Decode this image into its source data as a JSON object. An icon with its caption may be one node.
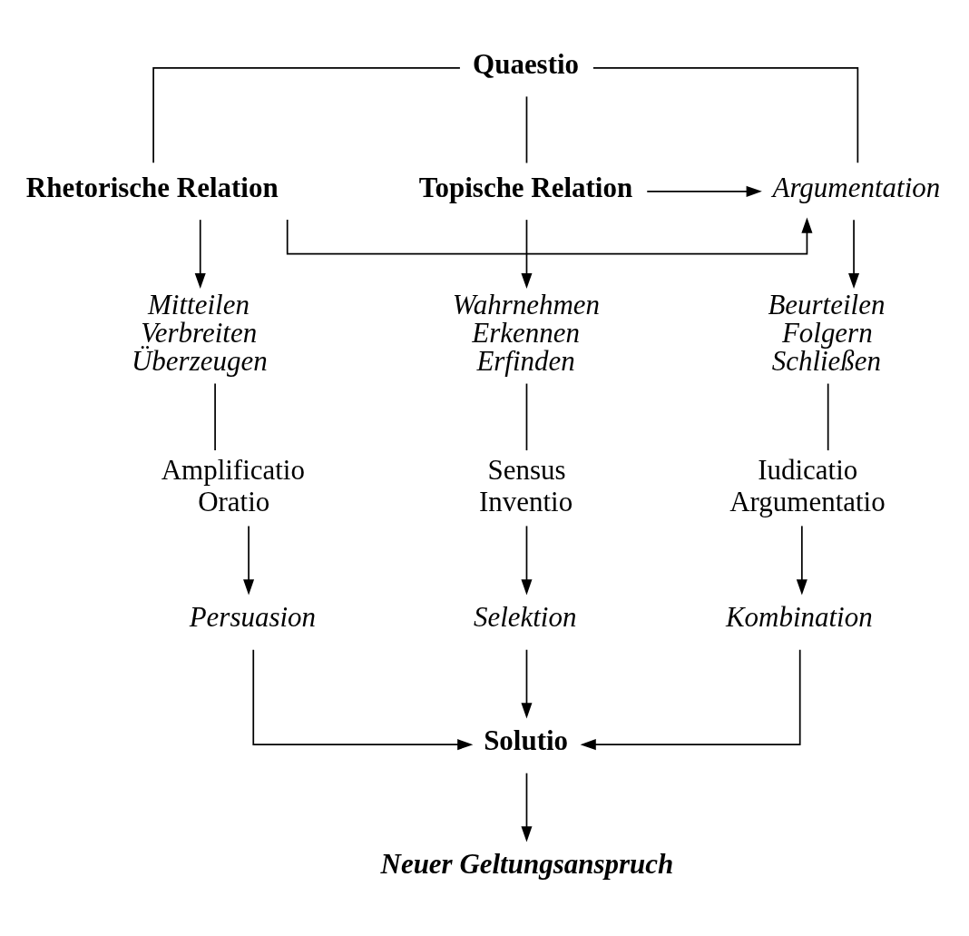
{
  "diagram": {
    "nodes": [
      {
        "text": [
          "Quaestio"
        ]
      },
      {
        "text": [
          "Topische Relation"
        ]
      },
      {
        "text": [
          "Argumentation"
        ]
      },
      {
        "text": [
          "Rhetorische Relation"
        ]
      },
      {
        "text": [
          "Wahrnehmen",
          "Erkennen",
          "Erfinden"
        ]
      },
      {
        "text": [
          "Beurteilen",
          "Folgern",
          "Schließen"
        ]
      },
      {
        "text": [
          "Mitteilen",
          "Verbreiten",
          "Überzeugen"
        ]
      },
      {
        "text": [
          "Sensus",
          "Inventio"
        ]
      },
      {
        "text": [
          "Iudicatio",
          "Argumentatio"
        ]
      },
      {
        "text": [
          "Amplificatio",
          "Oratio"
        ]
      },
      {
        "text": [
          "Selektion"
        ]
      },
      {
        "text": [
          "Kombination"
        ]
      },
      {
        "text": [
          "Persuasion"
        ]
      },
      {
        "text": [
          "Solutio"
        ]
      },
      {
        "text": [
          "Neuer Geltungsanspruch"
        ]
      }
    ],
    "edges": [
      {
        "from": 0,
        "to": 1,
        "arrow": "none"
      },
      {
        "from": 0,
        "to": 2,
        "arrow": "none"
      },
      {
        "from": 0,
        "to": 3,
        "arrow": "none"
      },
      {
        "from": 1,
        "to": 2,
        "arrow": "to"
      },
      {
        "from": 3,
        "to": 2,
        "arrow": "to"
      },
      {
        "from": 1,
        "to": 4,
        "arrow": "to"
      },
      {
        "from": 2,
        "to": 5,
        "arrow": "to"
      },
      {
        "from": 3,
        "to": 6,
        "arrow": "to"
      },
      {
        "from": 4,
        "to": 7,
        "arrow": "none"
      },
      {
        "from": 5,
        "to": 8,
        "arrow": "none"
      },
      {
        "from": 6,
        "to": 9,
        "arrow": "none"
      },
      {
        "from": 7,
        "to": 10,
        "arrow": "to"
      },
      {
        "from": 8,
        "to": 11,
        "arrow": "to"
      },
      {
        "from": 9,
        "to": 12,
        "arrow": "to"
      },
      {
        "from": 10,
        "to": 13,
        "arrow": "to"
      },
      {
        "from": 11,
        "to": 13,
        "arrow": "to"
      },
      {
        "from": 12,
        "to": 13,
        "arrow": "to"
      },
      {
        "from": 13,
        "to": 14,
        "arrow": "to"
      }
    ]
  }
}
